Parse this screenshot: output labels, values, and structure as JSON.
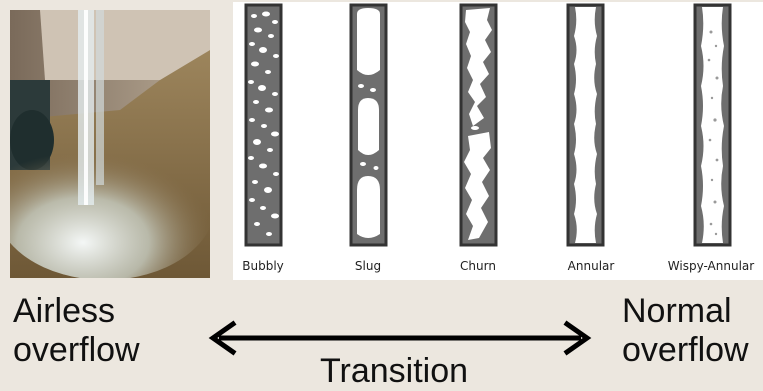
{
  "figure": {
    "regimes": [
      "Bubbly",
      "Slug",
      "Churn",
      "Annular",
      "Wispy-Annular"
    ],
    "left_label": [
      "Airless",
      "overflow"
    ],
    "right_label": [
      "Normal",
      "overflow"
    ],
    "transition_label": "Transition"
  },
  "colors": {
    "background": "#ece7df",
    "pipe_wall": "#3a3a3a",
    "pipe_liquid": "#6e6e6e",
    "gas": "#ffffff"
  }
}
